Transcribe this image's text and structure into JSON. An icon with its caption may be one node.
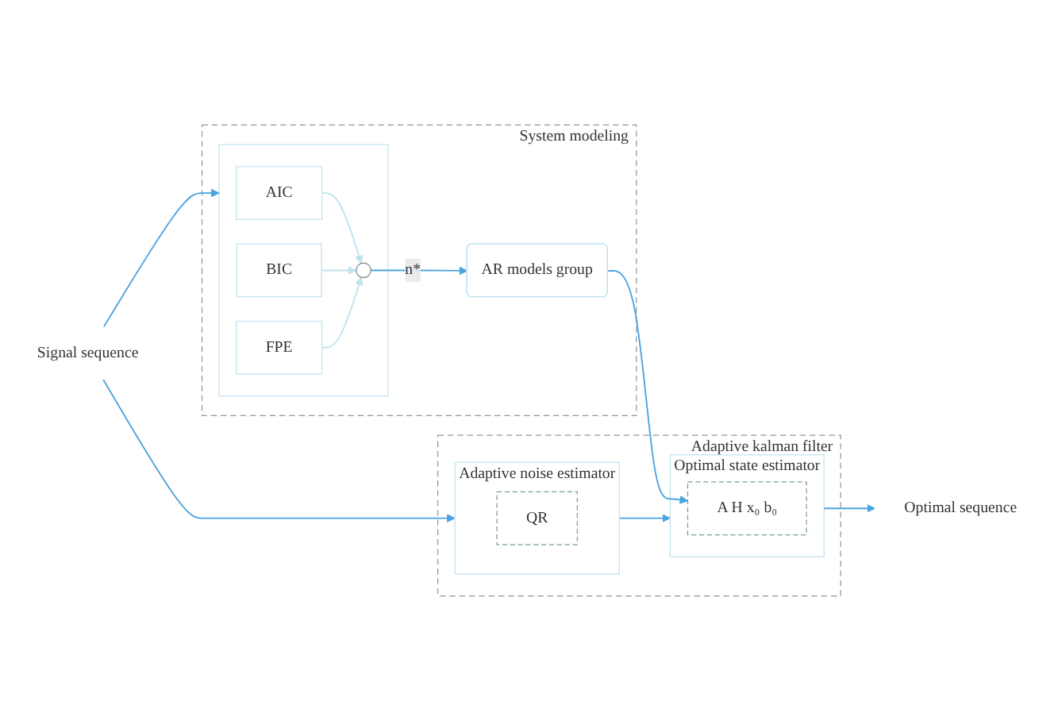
{
  "diagram": {
    "nodes": [
      {
        "text": [
          "System modeling"
        ]
      },
      {
        "text": [],
        "shape": "box",
        "in": 0
      },
      {
        "text": [
          "AIC"
        ],
        "in": 1
      },
      {
        "text": [
          "BIC"
        ],
        "in": 1
      },
      {
        "text": [
          "FPE"
        ],
        "in": 1
      },
      {
        "text": [],
        "shape": "circle",
        "in": 1
      },
      {
        "text": [
          "AR models group"
        ],
        "in": 0
      },
      {
        "text": [
          "Adaptive kalman filter"
        ]
      },
      {
        "text": [
          "Adaptive noise estimator"
        ],
        "in": 7
      },
      {
        "text": [
          "QR"
        ],
        "in": 8
      },
      {
        "text": [
          "Optimal state estimator"
        ],
        "in": 7
      },
      {
        "text": [
          "A H x₀ b₀"
        ],
        "in": 10
      },
      {
        "text": [
          "Signal sequence"
        ]
      },
      {
        "text": [
          "Optimal sequence"
        ]
      }
    ],
    "edges": [
      {
        "from": 12,
        "to": 1,
        "arrow": "to"
      },
      {
        "from": 2,
        "to": 5,
        "arrow": "to",
        "color": "#bfe3ee"
      },
      {
        "from": 3,
        "to": 5,
        "arrow": "to",
        "color": "#bfe3ee"
      },
      {
        "from": 4,
        "to": 5,
        "arrow": "to",
        "color": "#bfe3ee"
      },
      {
        "from": 5,
        "to": 6,
        "label": "n*",
        "arrow": "to"
      },
      {
        "from": 6,
        "to": 11,
        "arrow": "to"
      },
      {
        "from": 12,
        "to": 8,
        "arrow": "to"
      },
      {
        "from": 8,
        "to": 10,
        "arrow": "to"
      },
      {
        "from": 10,
        "to": 13,
        "arrow": "to"
      }
    ]
  }
}
